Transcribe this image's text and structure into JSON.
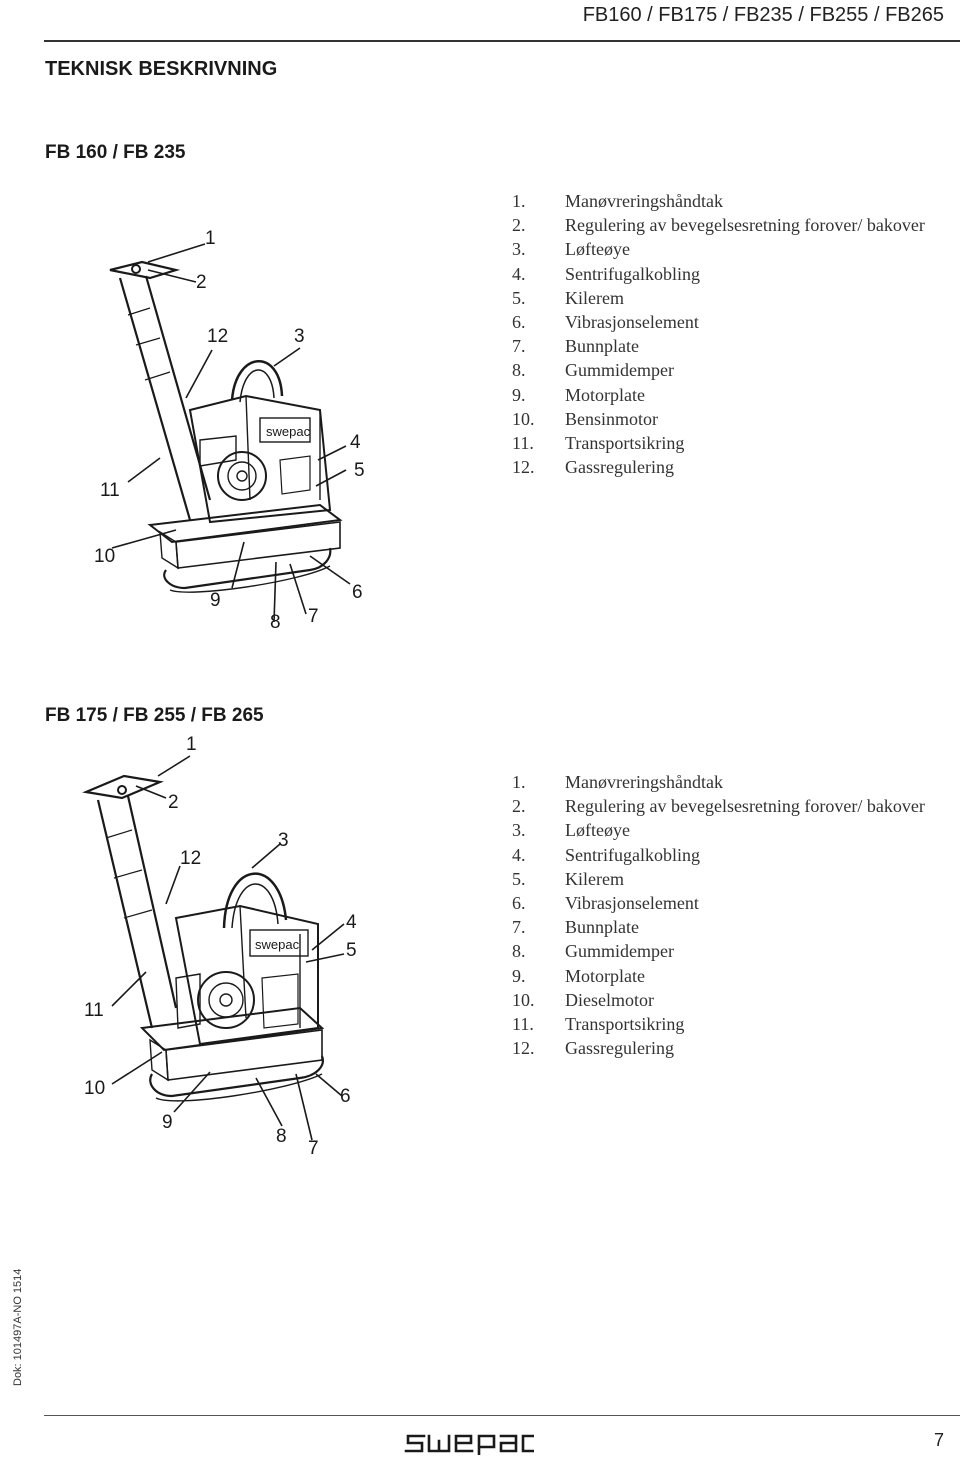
{
  "header": {
    "title": "FB160 / FB175 / FB235 / FB255 / FB265"
  },
  "section": {
    "heading": "TEKNISK BESKRIVNING"
  },
  "models": [
    {
      "heading": "FB 160 / FB 235",
      "parts": [
        {
          "num": "1.",
          "label": "Manøvreringshåndtak"
        },
        {
          "num": "2.",
          "label": "Regulering av bevegelsesretning forover/ bakover"
        },
        {
          "num": "3.",
          "label": "Løfteøye"
        },
        {
          "num": "4.",
          "label": "Sentrifugalkobling"
        },
        {
          "num": "5.",
          "label": "Kilerem"
        },
        {
          "num": "6.",
          "label": "Vibrasjonselement"
        },
        {
          "num": "7.",
          "label": "Bunnplate"
        },
        {
          "num": "8.",
          "label": "Gummidemper"
        },
        {
          "num": "9.",
          "label": "Motorplate"
        },
        {
          "num": "10.",
          "label": "Bensinmotor"
        },
        {
          "num": "11.",
          "label": "Transportsikring"
        },
        {
          "num": "12.",
          "label": "Gassregulering"
        }
      ],
      "callouts": [
        "1",
        "2",
        "12",
        "3",
        "4",
        "5",
        "11",
        "10",
        "9",
        "8",
        "7",
        "6"
      ]
    },
    {
      "heading": "FB 175 / FB 255 / FB 265",
      "parts": [
        {
          "num": "1.",
          "label": "Manøvreringshåndtak"
        },
        {
          "num": "2.",
          "label": "Regulering av bevegelsesretning forover/ bakover"
        },
        {
          "num": "3.",
          "label": "Løfteøye"
        },
        {
          "num": "4.",
          "label": "Sentrifugalkobling"
        },
        {
          "num": "5.",
          "label": "Kilerem"
        },
        {
          "num": "6.",
          "label": "Vibrasjonselement"
        },
        {
          "num": "7.",
          "label": "Bunnplate"
        },
        {
          "num": "8.",
          "label": "Gummidemper"
        },
        {
          "num": "9.",
          "label": "Motorplate"
        },
        {
          "num": "10.",
          "label": "Dieselmotor"
        },
        {
          "num": "11.",
          "label": "Transportsikring"
        },
        {
          "num": "12.",
          "label": "Gassregulering"
        }
      ],
      "callouts": [
        "1",
        "2",
        "12",
        "3",
        "4",
        "5",
        "11",
        "10",
        "9",
        "8",
        "7",
        "6"
      ]
    }
  ],
  "footer": {
    "doc_ref": "Dok: 101497A-NO 1514",
    "logo": "swepac",
    "page_number": "7"
  }
}
